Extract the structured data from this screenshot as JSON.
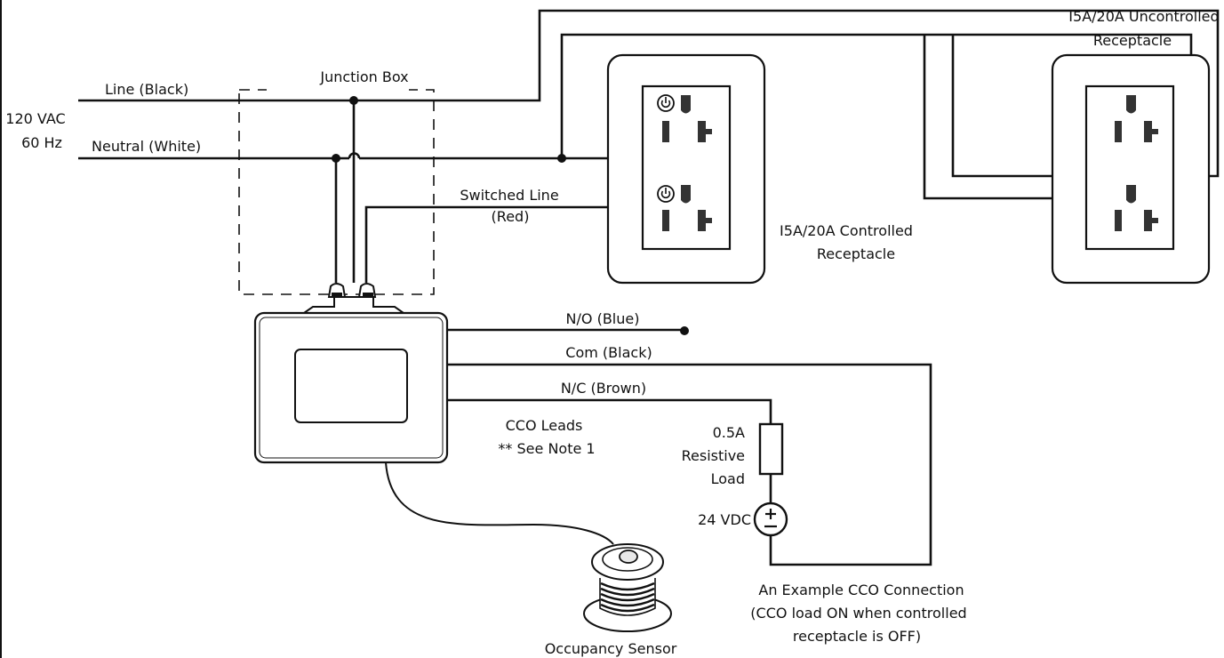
{
  "source": {
    "voltage": "120 VAC",
    "frequency": "60 Hz"
  },
  "wires": {
    "line": "Line (Black)",
    "neutral": "Neutral (White)",
    "switched_line_1": "Switched Line",
    "switched_line_2": "(Red)"
  },
  "junction_box": "Junction Box",
  "controlled_receptacle": {
    "line1": "I5A/20A Controlled",
    "line2": "Receptacle"
  },
  "uncontrolled_receptacle": {
    "line1": "I5A/20A Uncontrolled",
    "line2": "Receptacle"
  },
  "leads": {
    "no": "N/O (Blue)",
    "com": "Com (Black)",
    "nc": "N/C (Brown)",
    "cco1": "CCO Leads",
    "cco2": "** See Note 1"
  },
  "load": {
    "line1": "0.5A",
    "line2": "Resistive",
    "line3": "Load"
  },
  "dc_source": "24 VDC",
  "example": {
    "line1": "An Example CCO Connection",
    "line2": "(CCO load ON when controlled",
    "line3": "receptacle is OFF)"
  },
  "sensor": "Occupancy Sensor",
  "icons": {
    "power_indicator": "power-icon"
  }
}
